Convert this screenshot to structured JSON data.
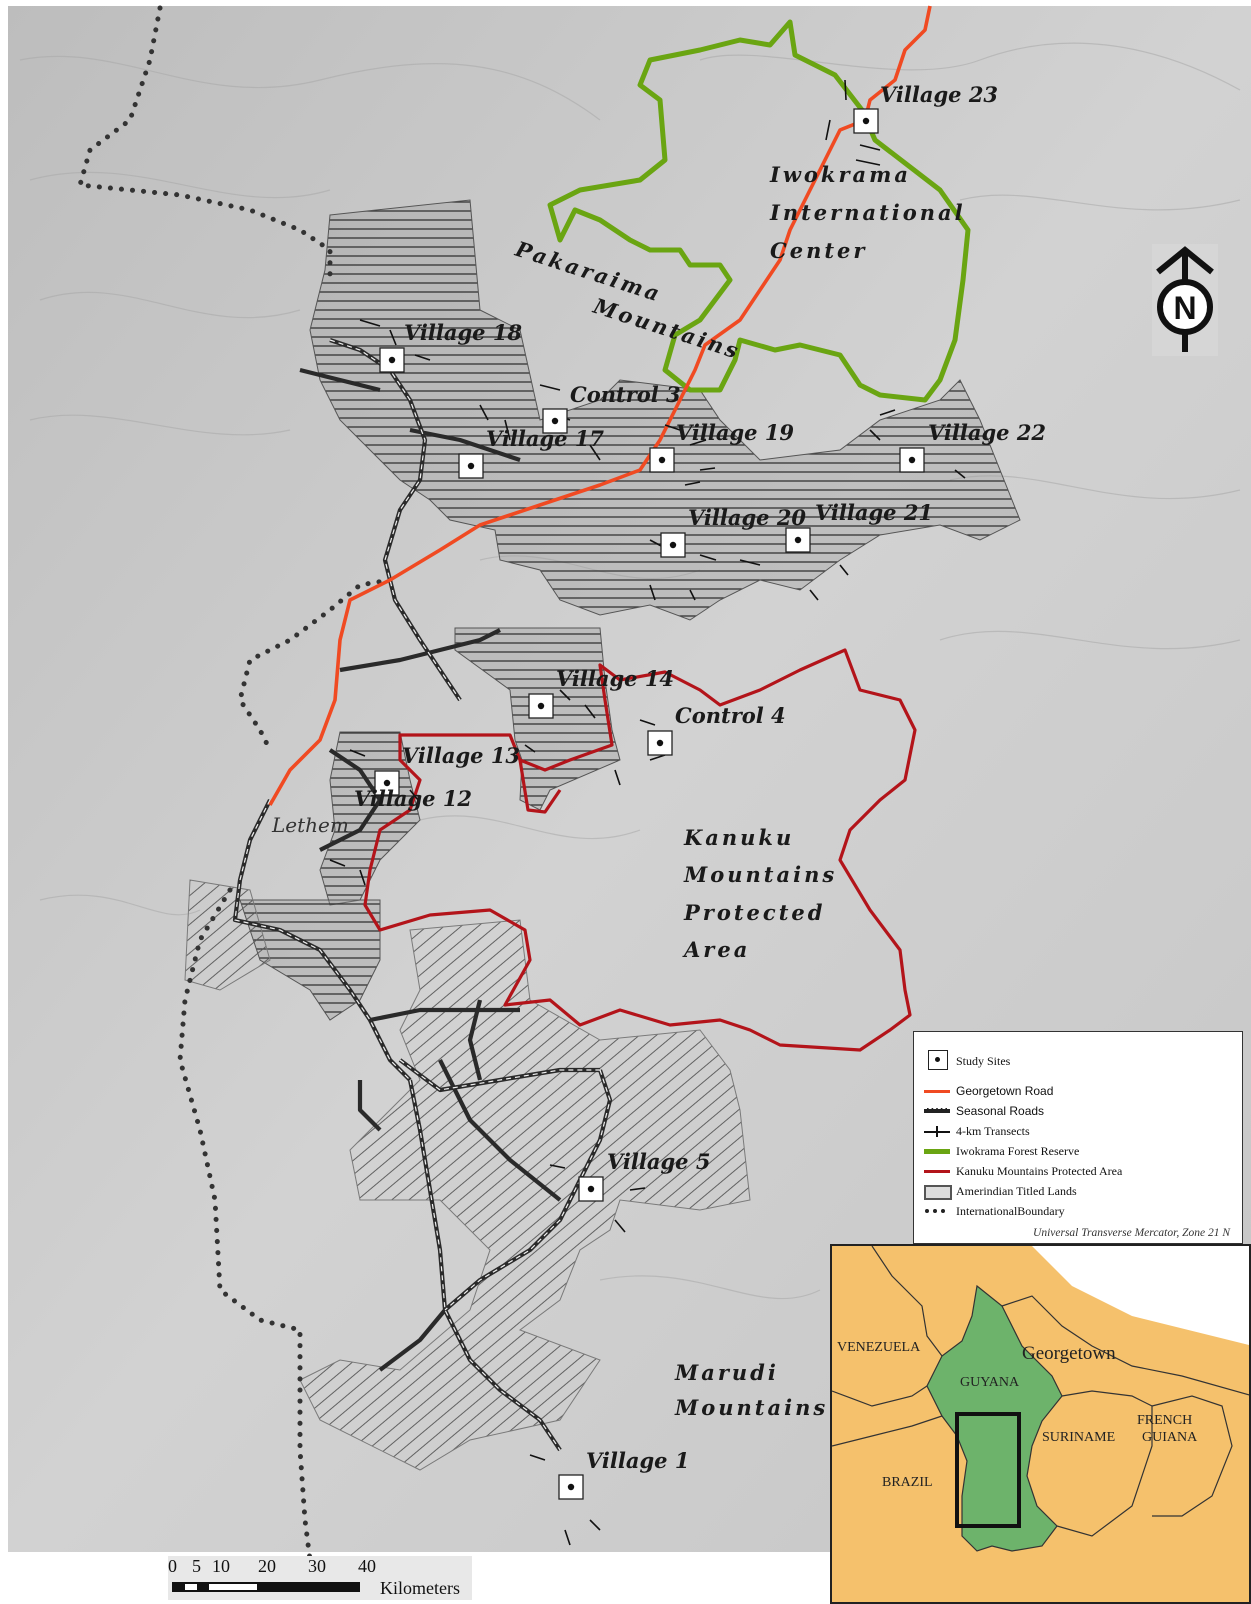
{
  "map": {
    "villages": [
      {
        "id": "v23",
        "label": "Village 23"
      },
      {
        "id": "v18",
        "label": "Village 18"
      },
      {
        "id": "c3",
        "label": "Control 3"
      },
      {
        "id": "v17",
        "label": "Village 17"
      },
      {
        "id": "v19",
        "label": "Village 19"
      },
      {
        "id": "v22",
        "label": "Village 22"
      },
      {
        "id": "v20",
        "label": "Village 20"
      },
      {
        "id": "v21",
        "label": "Village 21"
      },
      {
        "id": "v14",
        "label": "Village 14"
      },
      {
        "id": "c4",
        "label": "Control 4"
      },
      {
        "id": "v13",
        "label": "Village 13"
      },
      {
        "id": "v12",
        "label": "Village 12"
      },
      {
        "id": "v5",
        "label": "Village 5"
      },
      {
        "id": "v1",
        "label": "Village 1"
      }
    ],
    "town_label": "Lethem",
    "regions": {
      "iwokrama": [
        "Iwokrama",
        "International",
        "Center"
      ],
      "pakaraima": [
        "Pakaraima",
        "Mountains"
      ],
      "kanuku": [
        "Kanuku",
        "Mountains",
        "Protected",
        "Area"
      ],
      "marudi": [
        "Marudi",
        "Mountains"
      ]
    },
    "colors": {
      "road": "#f04a22",
      "iwokrama": "#6aa512",
      "kanuku": "#b3141a",
      "boundary": "#333333",
      "hillshade": "#c8c8c8"
    }
  },
  "legend": {
    "items": [
      {
        "symbol": "study-site",
        "label": "Study Sites"
      },
      {
        "symbol": "georgetown-road",
        "label": "Georgetown Road"
      },
      {
        "symbol": "seasonal-roads",
        "label": "Seasonal Roads"
      },
      {
        "symbol": "transects",
        "label": "4-km Transects"
      },
      {
        "symbol": "iwokrama-reserve",
        "label": "Iwokrama Forest Reserve"
      },
      {
        "symbol": "kanuku-area",
        "label": "Kanuku Mountains Protected Area"
      },
      {
        "symbol": "titled-lands",
        "label": "Amerindian Titled Lands"
      },
      {
        "symbol": "boundary",
        "label": "InternationalBoundary"
      }
    ],
    "projection": "Universal Transverse Mercator, Zone 21 N"
  },
  "inset": {
    "countries": [
      "VENEZUELA",
      "GUYANA",
      "SURINAME",
      "FRENCH",
      "GUIANA",
      "BRAZIL"
    ],
    "city": "Georgetown",
    "colors": {
      "land": "#f5c16c",
      "guyana": "#6db36b",
      "border": "#333333"
    }
  },
  "scalebar": {
    "ticks": [
      "0",
      "5",
      "10",
      "20",
      "30",
      "40"
    ],
    "unit": "Kilometers"
  },
  "north_arrow": {
    "letter": "N"
  }
}
